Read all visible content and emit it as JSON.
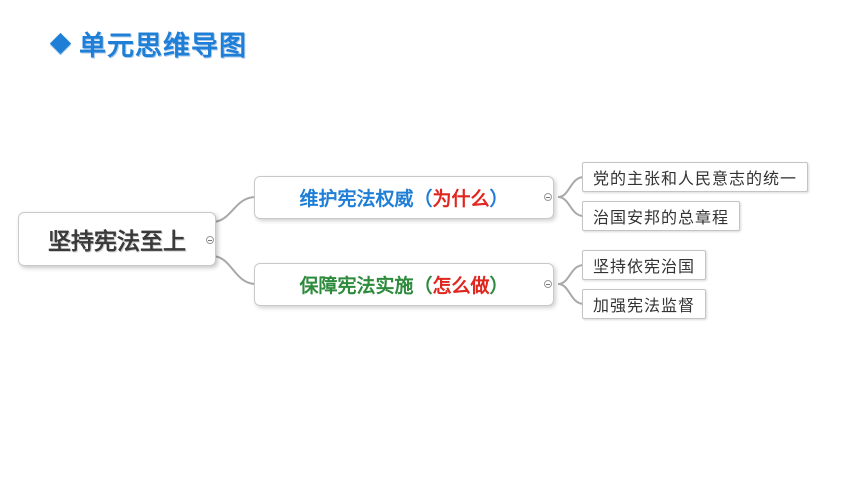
{
  "header": {
    "title": "单元思维导图"
  },
  "mindmap": {
    "root": {
      "label": "坚持宪法至上"
    },
    "branches": [
      {
        "label": "维护宪法权威",
        "paren_open": "（",
        "highlight": "为什么",
        "paren_close": "）",
        "leaves": [
          {
            "label": "党的主张和人民意志的统一"
          },
          {
            "label": "治国安邦的总章程"
          }
        ]
      },
      {
        "label": "保障宪法实施",
        "paren_open": "（",
        "highlight": "怎么做",
        "paren_close": "）",
        "leaves": [
          {
            "label": "坚持依宪治国"
          },
          {
            "label": "加强宪法监督"
          }
        ]
      }
    ]
  },
  "colors": {
    "title": "#1f7fd6",
    "branch_1": "#1f7fd6",
    "branch_2": "#2e8b3d",
    "highlight": "#e0261f",
    "connector": "#a9a9a9"
  }
}
